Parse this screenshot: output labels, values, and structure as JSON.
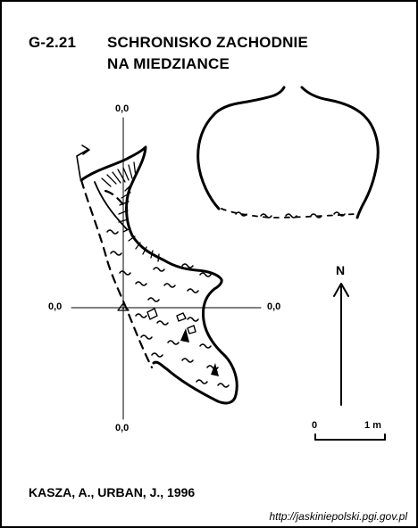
{
  "title": {
    "code": "G-2.21",
    "line1": "SCHRONISKO ZACHODNIE",
    "line2": "NA MIEDZIANCE"
  },
  "reference_marks": {
    "top": "0,0",
    "bottom": "0,0",
    "left": "0,0",
    "right": "0,0"
  },
  "north_label": "N",
  "scale": {
    "start_label": "0",
    "end_label": "1 m"
  },
  "authors": "KASZA, A., URBAN, J., 1996",
  "source_url": "http://jaskiniepolski.pgi.gov.pl",
  "colors": {
    "ink": "#000000",
    "paper": "#ffffff"
  }
}
